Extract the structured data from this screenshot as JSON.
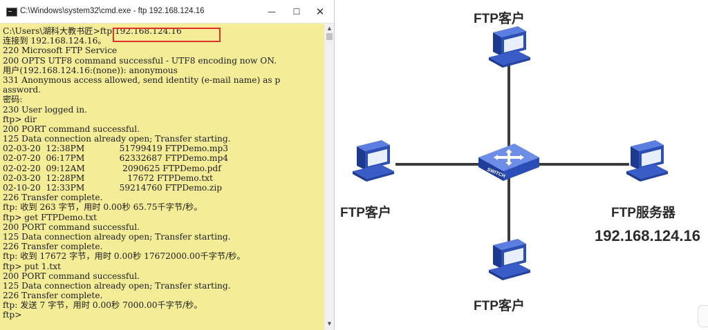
{
  "window": {
    "title": "C:\\Windows\\system32\\cmd.exe - ftp  192.168.124.16",
    "minimize_glyph": "—",
    "maximize_glyph": "☐",
    "close_glyph": "✕"
  },
  "console": {
    "lines": [
      "C:\\Users\\湖科大教书匠>ftp 192.168.124.16",
      "连接到 192.168.124.16。",
      "220 Microsoft FTP Service",
      "200 OPTS UTF8 command successful - UTF8 encoding now ON.",
      "用户(192.168.124.16:(none)): anonymous",
      "331 Anonymous access allowed, send identity (e-mail name) as p",
      "assword.",
      "密码:",
      "230 User logged in.",
      "ftp> dir",
      "200 PORT command successful.",
      "125 Data connection already open; Transfer starting.",
      "02-03-20  12:38PM             51799419 FTPDemo.mp3",
      "02-07-20  06:17PM             62332687 FTPDemo.mp4",
      "02-02-20  09:12AM              2090625 FTPDemo.pdf",
      "02-03-20  12:28PM                17672 FTPDemo.txt",
      "02-10-20  12:33PM             59214760 FTPDemo.zip",
      "226 Transfer complete.",
      "ftp: 收到 263 字节，用时 0.00秒 65.75千字节/秒。",
      "ftp> get FTPDemo.txt",
      "200 PORT command successful.",
      "125 Data connection already open; Transfer starting.",
      "226 Transfer complete.",
      "ftp: 收到 17672 字节，用时 0.00秒 17672000.00千字节/秒。",
      "ftp> put 1.txt",
      "200 PORT command successful.",
      "125 Data connection already open; Transfer starting.",
      "226 Transfer complete.",
      "ftp: 发送 7 字节，用时 0.00秒 7000.00千字节/秒。",
      "ftp>"
    ],
    "highlighted_command": "ftp 192.168.124.16",
    "background_color": "#f4ec97",
    "highlight_color": "#e0302a"
  },
  "diagram": {
    "switch_label": "SWITCH",
    "client_top": "FTP客户",
    "client_left": "FTP客户",
    "client_bottom": "FTP客户",
    "server_label": "FTP服务器",
    "server_ip": "192.168.124.16",
    "switch_color": "#4a6fd1",
    "computer_color": "#2c4fb6"
  }
}
